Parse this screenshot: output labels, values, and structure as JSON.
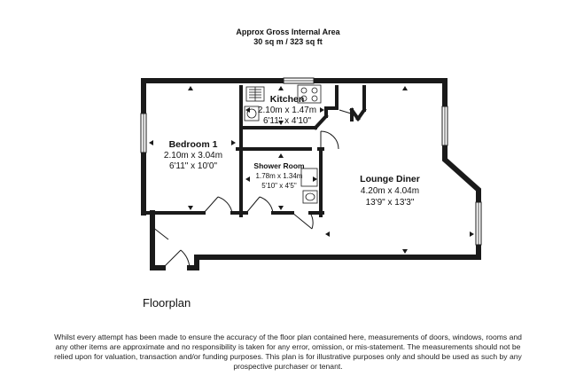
{
  "header": {
    "line1": "Approx Gross Internal Area",
    "line2": "30 sq m / 323 sq ft"
  },
  "rooms": {
    "bedroom": {
      "title": "Bedroom 1",
      "metric": "2.10m x 3.04m",
      "imperial": "6'11\" x 10'0\""
    },
    "kitchen": {
      "title": "Kitchen",
      "metric": "2.10m x 1.47m",
      "imperial": "6'11\" x 4'10\""
    },
    "shower": {
      "title": "Shower Room",
      "metric": "1.78m x 1.34m",
      "imperial": "5'10\" x 4'5\""
    },
    "lounge": {
      "title": "Lounge Diner",
      "metric": "4.20m x 4.04m",
      "imperial": "13'9\" x 13'3\""
    }
  },
  "caption": "Floorplan",
  "disclaimer": "Whilst every attempt has been made to ensure the accuracy of the floor plan contained here, measurements of doors, windows, rooms and any other items are approximate and no responsibility is taken for any error, omission, or mis-statement. The measurements should not be relied upon for valuation, transaction and/or funding purposes. This plan is for illustrative purposes only and should be used as such by any prospective purchaser or tenant.",
  "colors": {
    "wall": "#1a1a1a",
    "background": "#ffffff"
  }
}
